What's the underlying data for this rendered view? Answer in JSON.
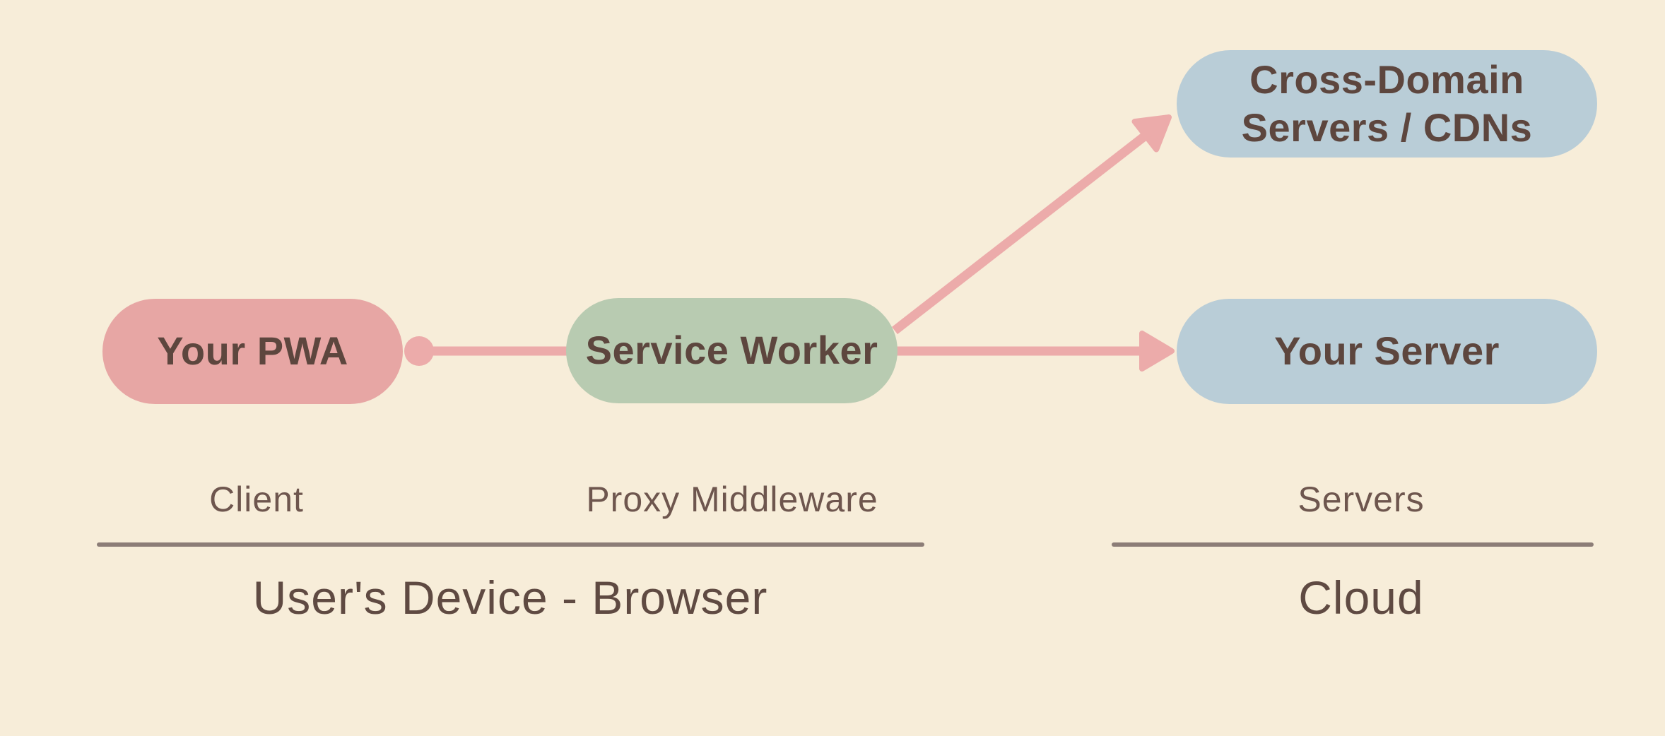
{
  "nodes": {
    "your_pwa": {
      "label": "Your PWA",
      "color": "#e7a6a4"
    },
    "service_worker": {
      "label": "Service Worker",
      "color": "#b8cbb1"
    },
    "cross_domain": {
      "label": "Cross-Domain Servers / CDNs",
      "line1": "Cross-Domain",
      "line2": "Servers / CDNs",
      "color": "#b9cdd7"
    },
    "your_server": {
      "label": "Your Server",
      "color": "#b9cdd7"
    }
  },
  "role_labels": {
    "client": "Client",
    "proxy": "Proxy Middleware",
    "servers": "Servers"
  },
  "group_labels": {
    "device": "User's Device - Browser",
    "cloud": "Cloud"
  },
  "colors": {
    "background": "#f7edd9",
    "arrow": "#ecabaa",
    "node_text": "#5d463e",
    "label_text": "#6e564e",
    "group_text": "#5f4a42",
    "divider": "#8c7d77"
  }
}
